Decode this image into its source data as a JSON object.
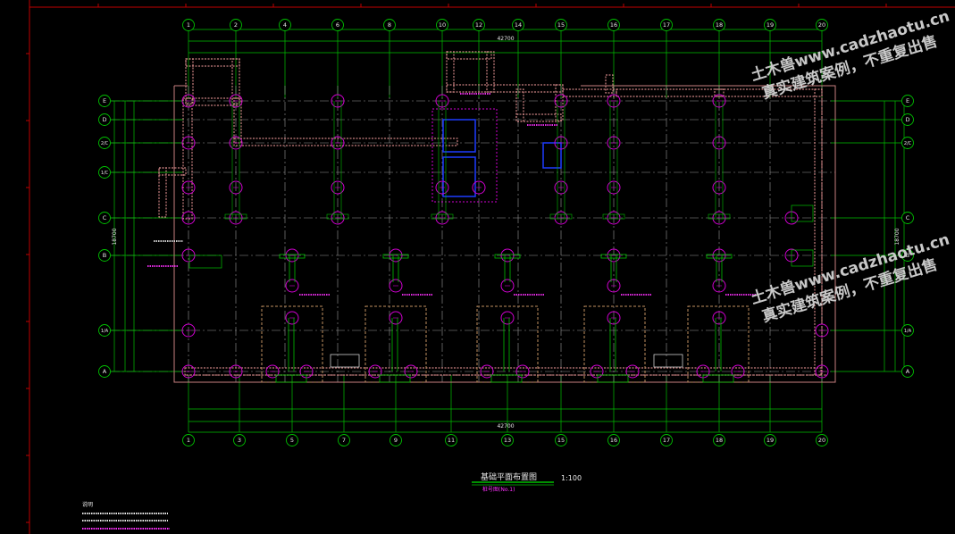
{
  "drawing": {
    "col_axes_top": [
      "1",
      "2",
      "4",
      "6",
      "8",
      "10",
      "12",
      "14",
      "15",
      "16",
      "17",
      "18",
      "19",
      "20"
    ],
    "col_axes_bottom": [
      "1",
      "3",
      "5",
      "7",
      "9",
      "11",
      "13",
      "15",
      "16",
      "17",
      "18",
      "19",
      "20"
    ],
    "row_axes_left": [
      "E",
      "D",
      "2/C",
      "1/C",
      "C",
      "B",
      "1/A",
      "A"
    ],
    "row_axes_right": [
      "E",
      "D",
      "2/C",
      "C",
      "B",
      "1/A",
      "A"
    ],
    "top_overall": "42700",
    "bottom_overall": "42700",
    "left_overall": "18700",
    "right_overall": "18700",
    "title": "基础平面布置图",
    "scale": "1:100",
    "subtitle": "桩号图(No.1)",
    "notes_heading": "说明"
  },
  "watermarks": [
    {
      "line1": "土木兽www.cadzhaotu.cn",
      "line2": "真实建筑案例，不重复出售"
    },
    {
      "line1": "土木兽www.cadzhaotu.cn",
      "line2": "真实建筑案例，不重复出售"
    }
  ],
  "colors": {
    "background": "#000000",
    "axis": "#00c000",
    "bubble": "#e8e8e8",
    "pile": "#d000d0",
    "wall": "#c88080",
    "frame": "#c00000",
    "label": "#ff30ff",
    "box": "#1e3cff"
  }
}
